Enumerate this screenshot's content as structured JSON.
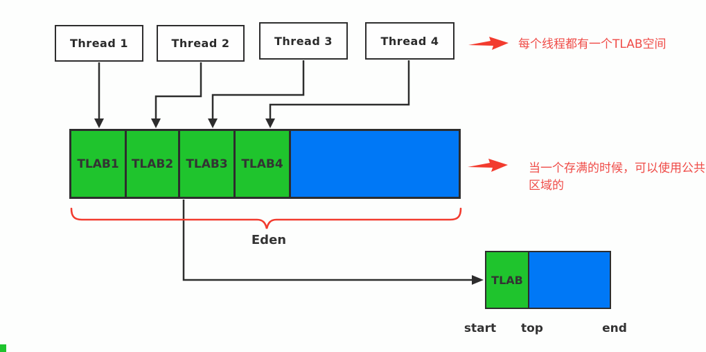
{
  "colors": {
    "green": "#1fc42d",
    "blue": "#0078f6",
    "line": "#2d2d2d",
    "red": "#f23b2e",
    "red_text": "#ef4b47",
    "bg": "#fdfefd"
  },
  "threads": [
    {
      "label": "Thread 1"
    },
    {
      "label": "Thread 2"
    },
    {
      "label": "Thread 3"
    },
    {
      "label": "Thread 4"
    }
  ],
  "eden_bar": {
    "tlabs": [
      "TLAB1",
      "TLAB2",
      "TLAB3",
      "TLAB4"
    ],
    "label": "Eden"
  },
  "annotations": {
    "tlab_note": "每个线程都有一个TLAB空间",
    "full_note_line1": "当一个存满的时候，可以使用公共",
    "full_note_line2": "区域的"
  },
  "tlab_detail": {
    "label": "TLAB",
    "pointers": [
      "start",
      "top",
      "end"
    ]
  }
}
